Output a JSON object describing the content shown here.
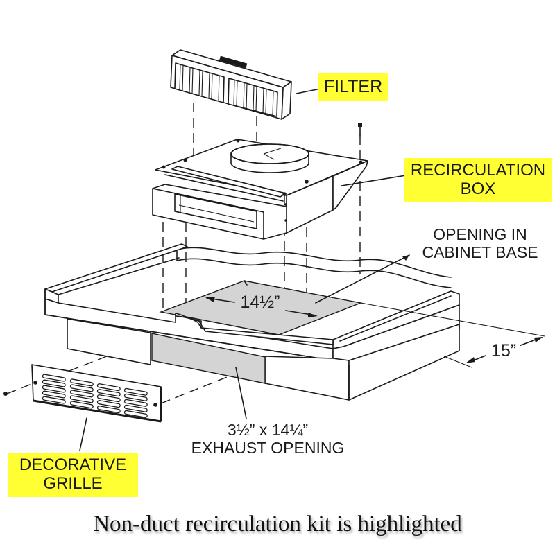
{
  "diagram": {
    "title": "Non-duct recirculation kit installation",
    "colors": {
      "highlight": "#ffff33",
      "line": "#1a1a1a",
      "opening_fill": "#d4d4d4",
      "background": "#ffffff"
    },
    "parts": [
      {
        "id": "filter",
        "name": "Filter",
        "highlighted": true
      },
      {
        "id": "recirculation-box",
        "name": "Recirculation Box",
        "highlighted": true
      },
      {
        "id": "cabinet-base",
        "name": "Cabinet Base",
        "highlighted": false
      },
      {
        "id": "decorative-grille",
        "name": "Decorative Grille",
        "highlighted": true
      }
    ]
  },
  "labels": {
    "filter": "FILTER",
    "recirculation_box": [
      "RECIRCULATION",
      "BOX"
    ],
    "opening_in_cabinet_base": [
      "OPENING IN",
      "CABINET BASE"
    ],
    "decorative_grille": [
      "DECORATIVE",
      "GRILLE"
    ],
    "exhaust_opening": [
      "3½” x 14¼”",
      "EXHAUST OPENING"
    ]
  },
  "dimensions": {
    "opening_width": "14½”",
    "cabinet_depth": "15”"
  },
  "caption": "Non-duct recirculation kit is highlighted"
}
